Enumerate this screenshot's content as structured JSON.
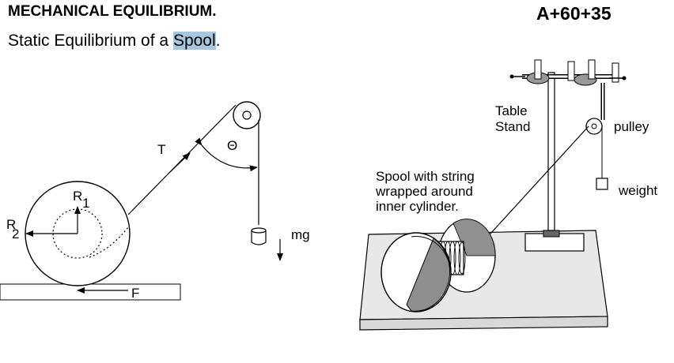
{
  "header": {
    "title": "MECHANICAL EQUILIBRIUM.",
    "code": "A+60+35",
    "subtitle_prefix": "Static Equilibrium of a ",
    "subtitle_highlight": "Spool",
    "subtitle_suffix": "."
  },
  "left_diagram": {
    "label_tension": "T",
    "label_r1_base": "R",
    "label_r1_sub": "1",
    "label_r2_base": "R",
    "label_r2_sub": "2",
    "label_theta": "Θ",
    "label_mg": "mg",
    "label_friction": "F"
  },
  "right_diagram": {
    "label_table_stand_line1": "Table",
    "label_table_stand_line2": "Stand",
    "label_pulley": "pulley",
    "label_weight": "weight",
    "label_spool_line1": "Spool with string",
    "label_spool_line2": "wrapped around",
    "label_spool_line3": "inner cylinder."
  }
}
